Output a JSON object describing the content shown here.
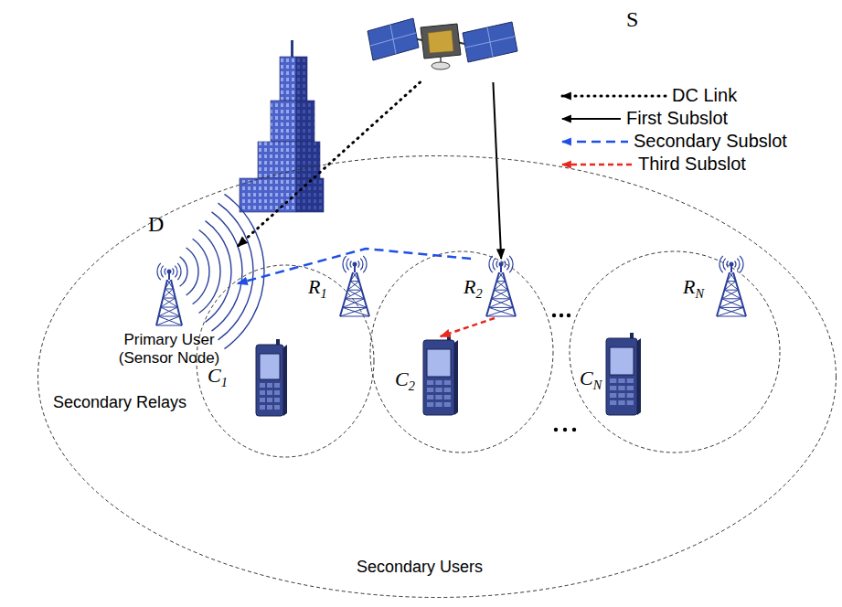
{
  "diagram": {
    "nodes": [
      {
        "text": [
          "S"
        ]
      },
      {
        "text": [
          "Secondary Users"
        ]
      },
      {
        "text": [
          "D",
          "Primary User (Sensor Node)"
        ],
        "in": 1
      },
      {
        "text": [
          "R1"
        ],
        "in": 1
      },
      {
        "text": [
          "C1"
        ],
        "in": 1
      },
      {
        "text": [
          "R2"
        ],
        "in": 1
      },
      {
        "text": [
          "C2"
        ],
        "in": 1
      },
      {
        "text": [
          "RN"
        ],
        "in": 1
      },
      {
        "text": [
          "CN"
        ],
        "in": 1
      }
    ],
    "edges": [
      {
        "from": 0,
        "to": 2,
        "arrow": "to"
      },
      {
        "from": 0,
        "to": 5,
        "arrow": "to"
      },
      {
        "from": 5,
        "to": 2,
        "arrow": "to"
      },
      {
        "from": 5,
        "to": 6,
        "arrow": "to"
      }
    ],
    "labels": [
      "Secondary Relays"
    ],
    "legend": [
      {
        "text": "DC Link"
      },
      {
        "text": "First Subslot"
      },
      {
        "text": "Secondary Subslot"
      },
      {
        "text": "Third Subslot"
      }
    ]
  }
}
